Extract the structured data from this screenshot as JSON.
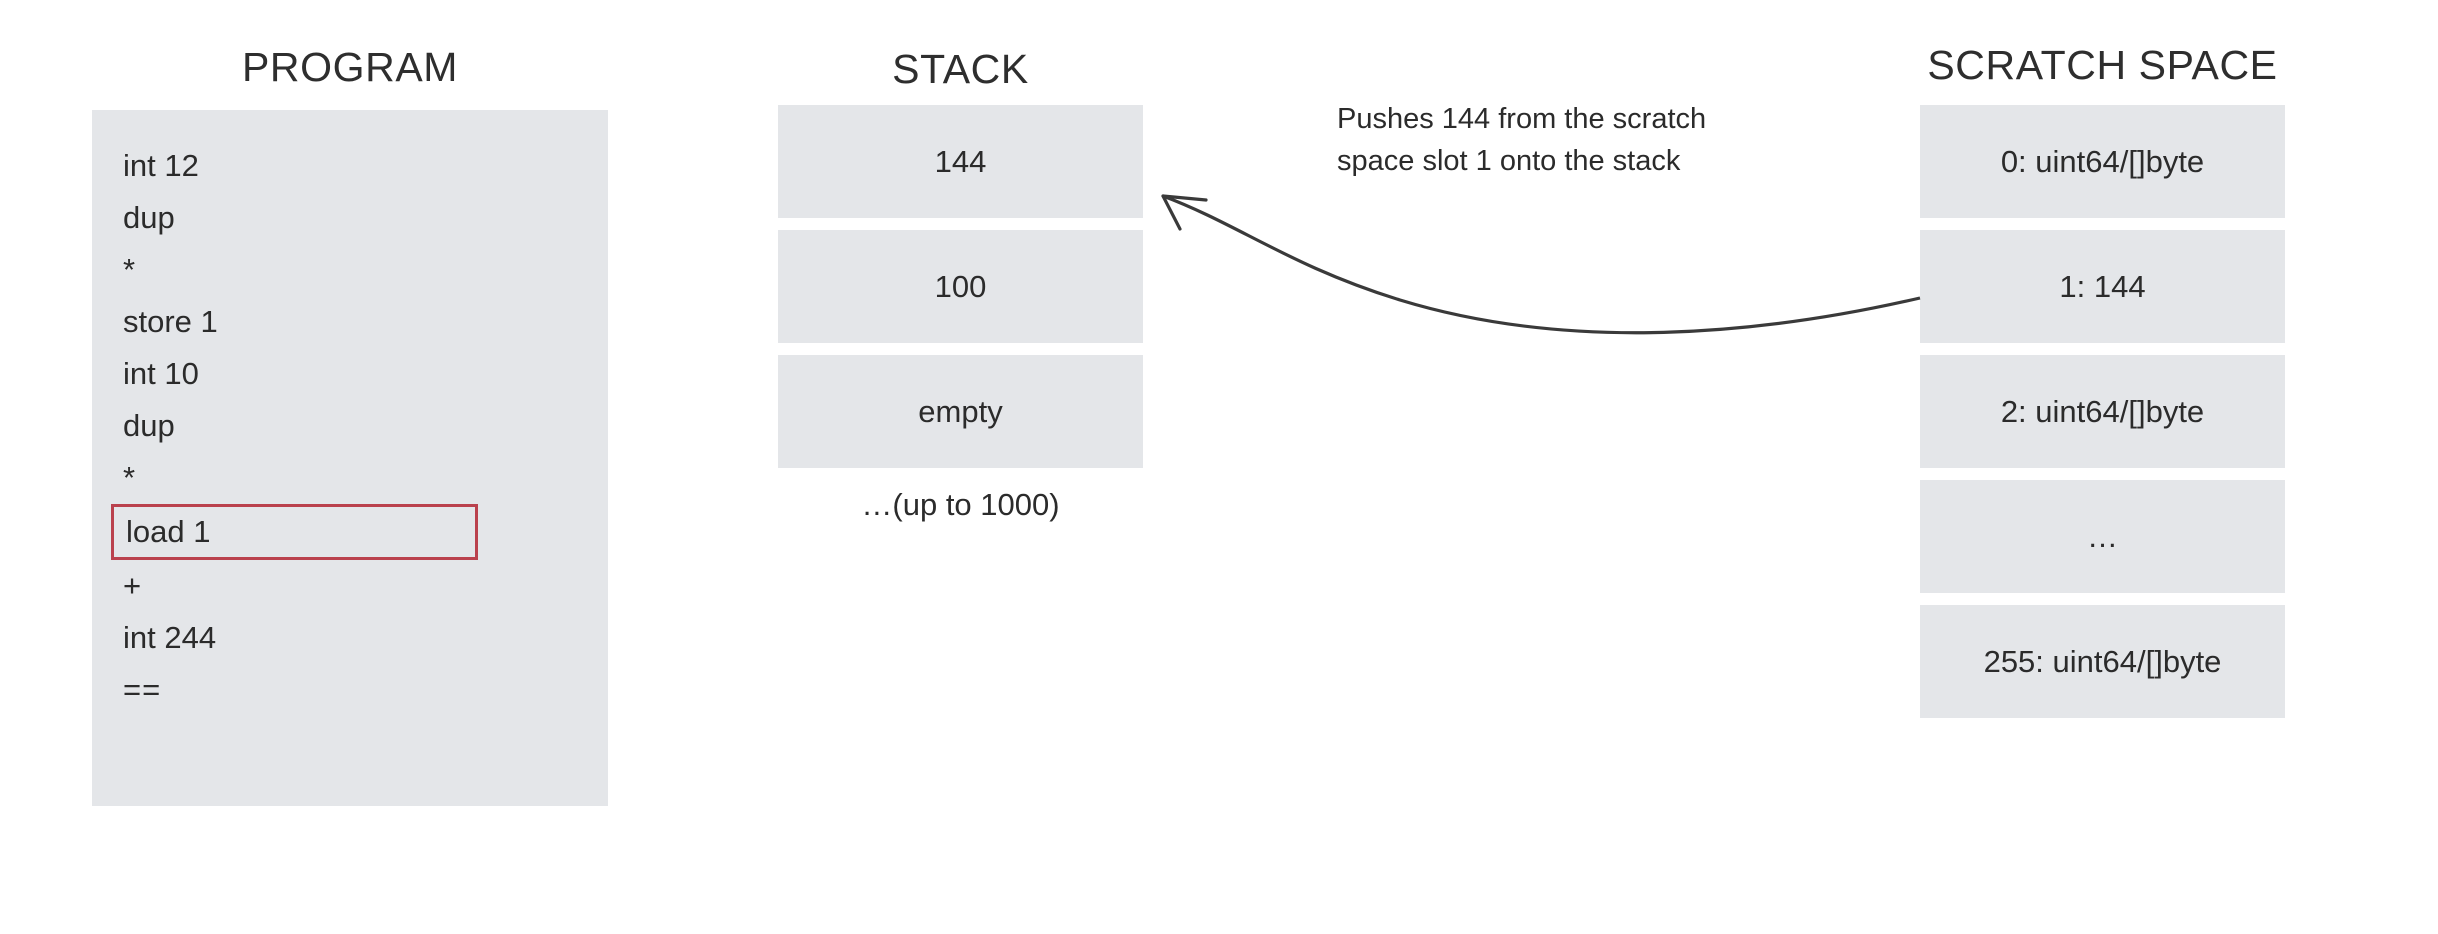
{
  "columns": {
    "program": {
      "heading": "PROGRAM",
      "lines": [
        {
          "text": "int 12",
          "highlighted": false
        },
        {
          "text": "dup",
          "highlighted": false
        },
        {
          "text": "*",
          "highlighted": false
        },
        {
          "text": "store 1",
          "highlighted": false
        },
        {
          "text": "int 10",
          "highlighted": false
        },
        {
          "text": "dup",
          "highlighted": false
        },
        {
          "text": "*",
          "highlighted": false
        },
        {
          "text": "load 1",
          "highlighted": true
        },
        {
          "text": "+",
          "highlighted": false
        },
        {
          "text": "int 244",
          "highlighted": false
        },
        {
          "text": "==",
          "highlighted": false
        }
      ]
    },
    "stack": {
      "heading": "STACK",
      "slots": [
        {
          "text": "144"
        },
        {
          "text": "100"
        },
        {
          "text": "empty"
        }
      ],
      "footnote": "…(up to 1000)"
    },
    "scratch": {
      "heading": "SCRATCH SPACE",
      "slots": [
        {
          "text": "0: uint64/[]byte"
        },
        {
          "text": "1: 144"
        },
        {
          "text": "2: uint64/[]byte"
        },
        {
          "text": "…"
        },
        {
          "text": "255: uint64/[]byte"
        }
      ]
    }
  },
  "annotation": {
    "line1": "Pushes 144 from the scratch",
    "line2": "space slot 1 onto the stack"
  },
  "colors": {
    "slot_fill": "#e4e6e9",
    "highlight_border": "#ba414d",
    "text": "#2b2b2b",
    "heading": "#2e2e2e",
    "arrow": "#3a3a3a",
    "background": "#ffffff"
  }
}
